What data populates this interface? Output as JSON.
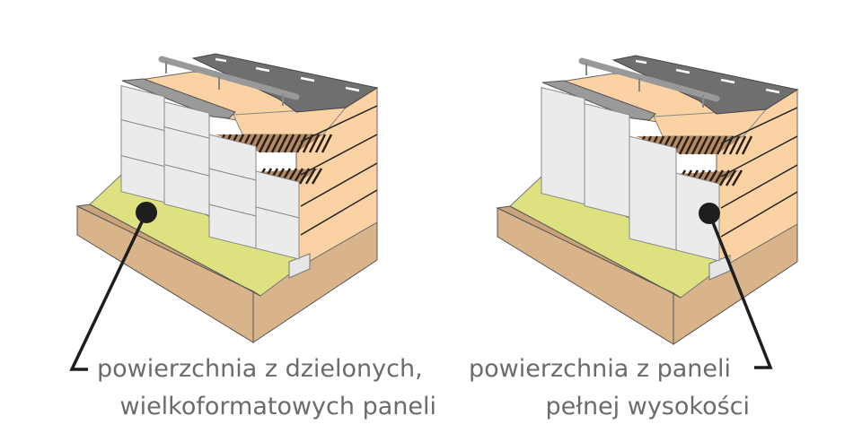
{
  "colors": {
    "soil": "#d9b48a",
    "grass": "#dde17f",
    "fill": "#fad2a3",
    "panel": "#ebebeb",
    "asphalt": "#6f6f6f",
    "text": "#6b6b6b",
    "leader": "#1e1e1e"
  },
  "left": {
    "caption_line1": "powierzchnia z dzielonych,",
    "caption_line2": "wielkoformatowych paneli"
  },
  "right": {
    "caption_line1": "powierzchnia z paneli",
    "caption_line2": "pełnej wysokości"
  }
}
